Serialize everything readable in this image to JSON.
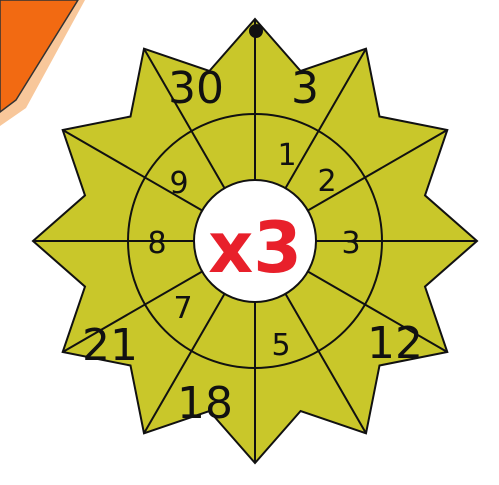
{
  "center": {
    "label": "x3",
    "color": "#e8202b"
  },
  "inner_ring": [
    "1",
    "2",
    "3",
    "",
    "5",
    "",
    "7",
    "8",
    "9",
    ""
  ],
  "outer_ring": [
    "3",
    "",
    "",
    "12",
    "",
    "18",
    "21",
    "",
    "",
    "30"
  ],
  "colors": {
    "star_fill": "#c9c72a",
    "line": "#111111",
    "corner_orange": "#f26a12",
    "corner_shadow": "#f8c79a"
  }
}
